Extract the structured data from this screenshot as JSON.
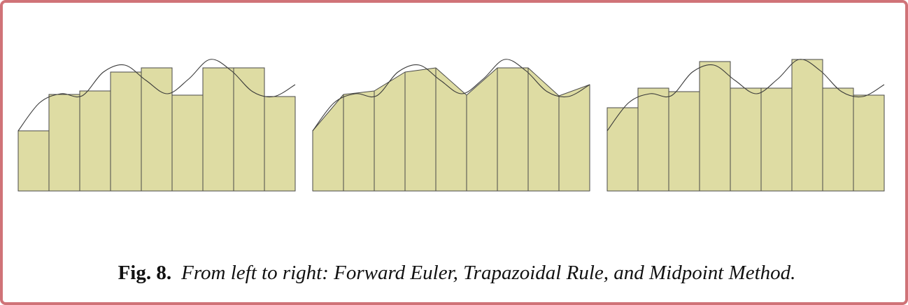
{
  "caption": {
    "label": "Fig. 8.",
    "text": "From left to right: Forward Euler, Trapazoidal Rule, and Midpoint Method."
  },
  "colors": {
    "frame": "#d07378",
    "fill": "#dedca3",
    "stroke": "#4a4a48",
    "curve": "#3a3a3a"
  },
  "chart_data": [
    {
      "type": "bar",
      "method": "forward-euler",
      "bar_heights": [
        86,
        138,
        143,
        170,
        176,
        137,
        176,
        176,
        135
      ],
      "curve_samples": [
        86,
        126,
        139,
        136,
        170,
        180,
        158,
        139,
        160,
        188,
        172,
        142,
        135,
        152
      ]
    },
    {
      "type": "area",
      "method": "trapezoidal",
      "node_values": [
        86,
        138,
        143,
        170,
        176,
        137,
        176,
        176,
        136,
        152
      ],
      "curve_samples": [
        86,
        126,
        139,
        136,
        170,
        180,
        158,
        139,
        160,
        188,
        172,
        142,
        135,
        152
      ]
    },
    {
      "type": "bar",
      "method": "midpoint",
      "bar_heights": [
        119,
        147,
        142,
        185,
        147,
        147,
        188,
        147,
        137
      ],
      "curve_samples": [
        86,
        126,
        139,
        136,
        170,
        180,
        158,
        139,
        160,
        188,
        172,
        142,
        135,
        152
      ]
    }
  ]
}
